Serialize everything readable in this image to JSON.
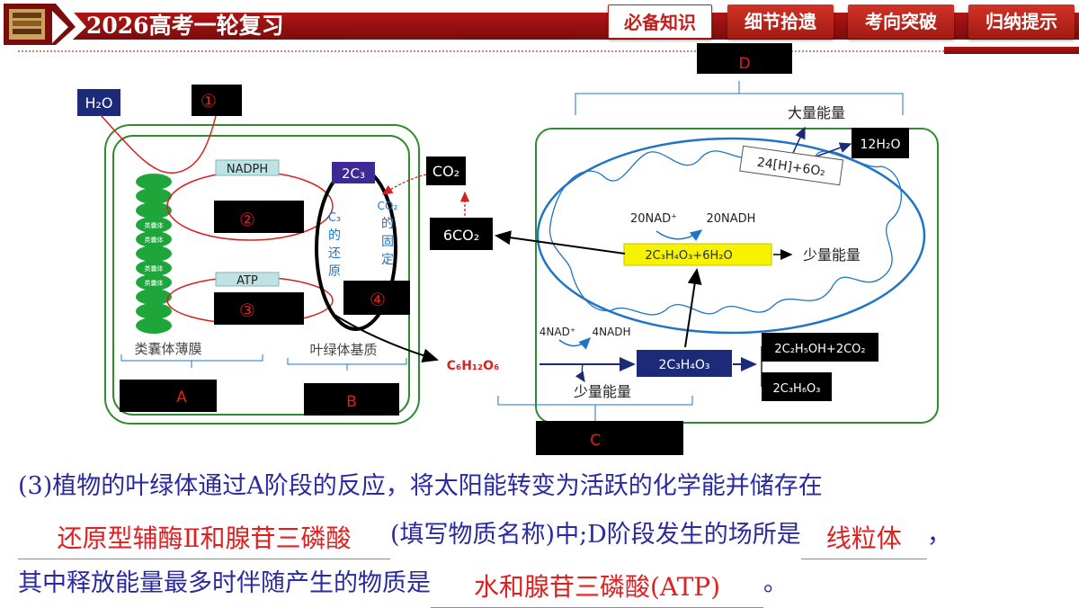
{
  "header": {
    "title": "2026高考一轮复习",
    "nav": [
      "必备知识",
      "细节拾遗",
      "考向突破",
      "归纳提示"
    ],
    "active_nav": "必备知识",
    "accent": "#b11516"
  },
  "diagram": {
    "chloroplast": {
      "h2o": "H₂O",
      "slot_1": "①",
      "nadph": "NADPH",
      "slot_2": "②",
      "atp": "ATP",
      "slot_3": "③",
      "thylakoid_label": "类囊体",
      "membrane_label": "类囊体薄膜",
      "slot_a": "A",
      "c3": "2C₃",
      "c3_reduction": [
        "C₃",
        "的",
        "还",
        "原"
      ],
      "co2_fixation": [
        "CO₂",
        "的",
        "固",
        "定"
      ],
      "slot_4": "④",
      "stroma_label": "叶绿体基质",
      "slot_b": "B",
      "co2": "CO₂",
      "six_co2": "6CO₂",
      "glucose": "C₆H₁₂O₆"
    },
    "mitochondrion": {
      "slot_d": "D",
      "much_energy": "大量能量",
      "twelve_h2o": "12H₂O",
      "h_o2": "24[H]+6O₂",
      "nad_20": "20NAD⁺",
      "nadh_20": "20NADH",
      "pyruvate_water": "2C₃H₄O₃+6H₂O",
      "little_energy_1": "少量能量",
      "nad_4": "4NAD⁺",
      "nadh_4": "4NADH",
      "pyruvate": "2C₃H₄O₃",
      "little_energy_2": "少量能量",
      "ethanol": "2C₂H₅OH+2CO₂",
      "lactate": "2C₃H₆O₃",
      "slot_c": "C"
    }
  },
  "question": {
    "part1": "(3)植物的叶绿体通过A阶段的反应，将太阳能转变为活跃的化学能并储存在",
    "answer1": "还原型辅酶Ⅱ和腺苷三磷酸",
    "part2": "(填写物质名称)中;D阶段发生的场所是",
    "answer2": "线粒体",
    "part3": "，",
    "part4": "其中释放能量最多时伴随产生的物质是",
    "answer3": "水和腺苷三磷酸(ATP)",
    "part5": "。"
  }
}
